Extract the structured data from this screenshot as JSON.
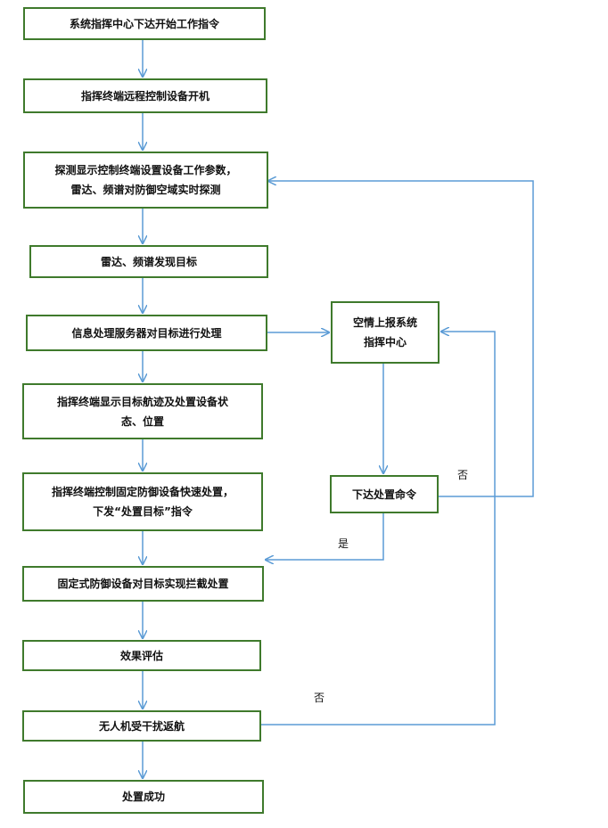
{
  "nodes": {
    "start": {
      "lines": [
        "系统指挥中心下达开始工作指令"
      ]
    },
    "boot": {
      "lines": [
        "指挥终端远程控制设备开机"
      ]
    },
    "detect": {
      "lines": [
        "探测显示控制终端设置设备工作参数，",
        "雷达、频谱对防御空域实时探测"
      ]
    },
    "found": {
      "lines": [
        "雷达、频谱发现目标"
      ]
    },
    "process": {
      "lines": [
        "信息处理服务器对目标进行处理"
      ]
    },
    "report": {
      "lines": [
        "空情上报系统",
        "指挥中心"
      ]
    },
    "display": {
      "lines": [
        "指挥终端显示目标航迹及处置设备状",
        "态、位置"
      ]
    },
    "order": {
      "lines": [
        "下达处置命令"
      ]
    },
    "control": {
      "lines": [
        "指挥终端控制固定防御设备快速处置，",
        "下发“处置目标”指令"
      ]
    },
    "intercept": {
      "lines": [
        "固定式防御设备对目标实现拦截处置"
      ]
    },
    "eval": {
      "lines": [
        "效果评估"
      ]
    },
    "uav": {
      "lines": [
        "无人机受干扰返航"
      ]
    },
    "success": {
      "lines": [
        "处置成功"
      ]
    }
  },
  "labels": {
    "no_order": "否",
    "yes_order": "是",
    "no_uav": "否"
  },
  "colors": {
    "box_border": "#3f7a2c",
    "arrow": "#5b9bd5"
  }
}
